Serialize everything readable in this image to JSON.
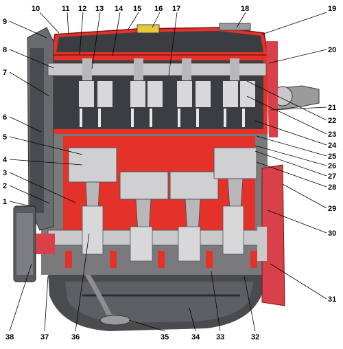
{
  "colors": {
    "section_red": "#e4322b",
    "dark_red": "#b81e1a",
    "block_gray": "#7a7a7c",
    "dark_gray": "#3c3d40",
    "light_gray": "#c9c9cb",
    "flywheel_red": "#d8404a",
    "highlight": "#f2f2f2",
    "oil_pan": "#4a4b4f"
  },
  "callouts": [
    "1",
    "2",
    "3",
    "4",
    "5",
    "6",
    "7",
    "8",
    "9",
    "10",
    "11",
    "12",
    "13",
    "14",
    "15",
    "16",
    "17",
    "18",
    "19",
    "20",
    "21",
    "22",
    "23",
    "24",
    "25",
    "26",
    "27",
    "28",
    "29",
    "30",
    "31",
    "32",
    "33",
    "34",
    "35",
    "36",
    "37",
    "38"
  ]
}
